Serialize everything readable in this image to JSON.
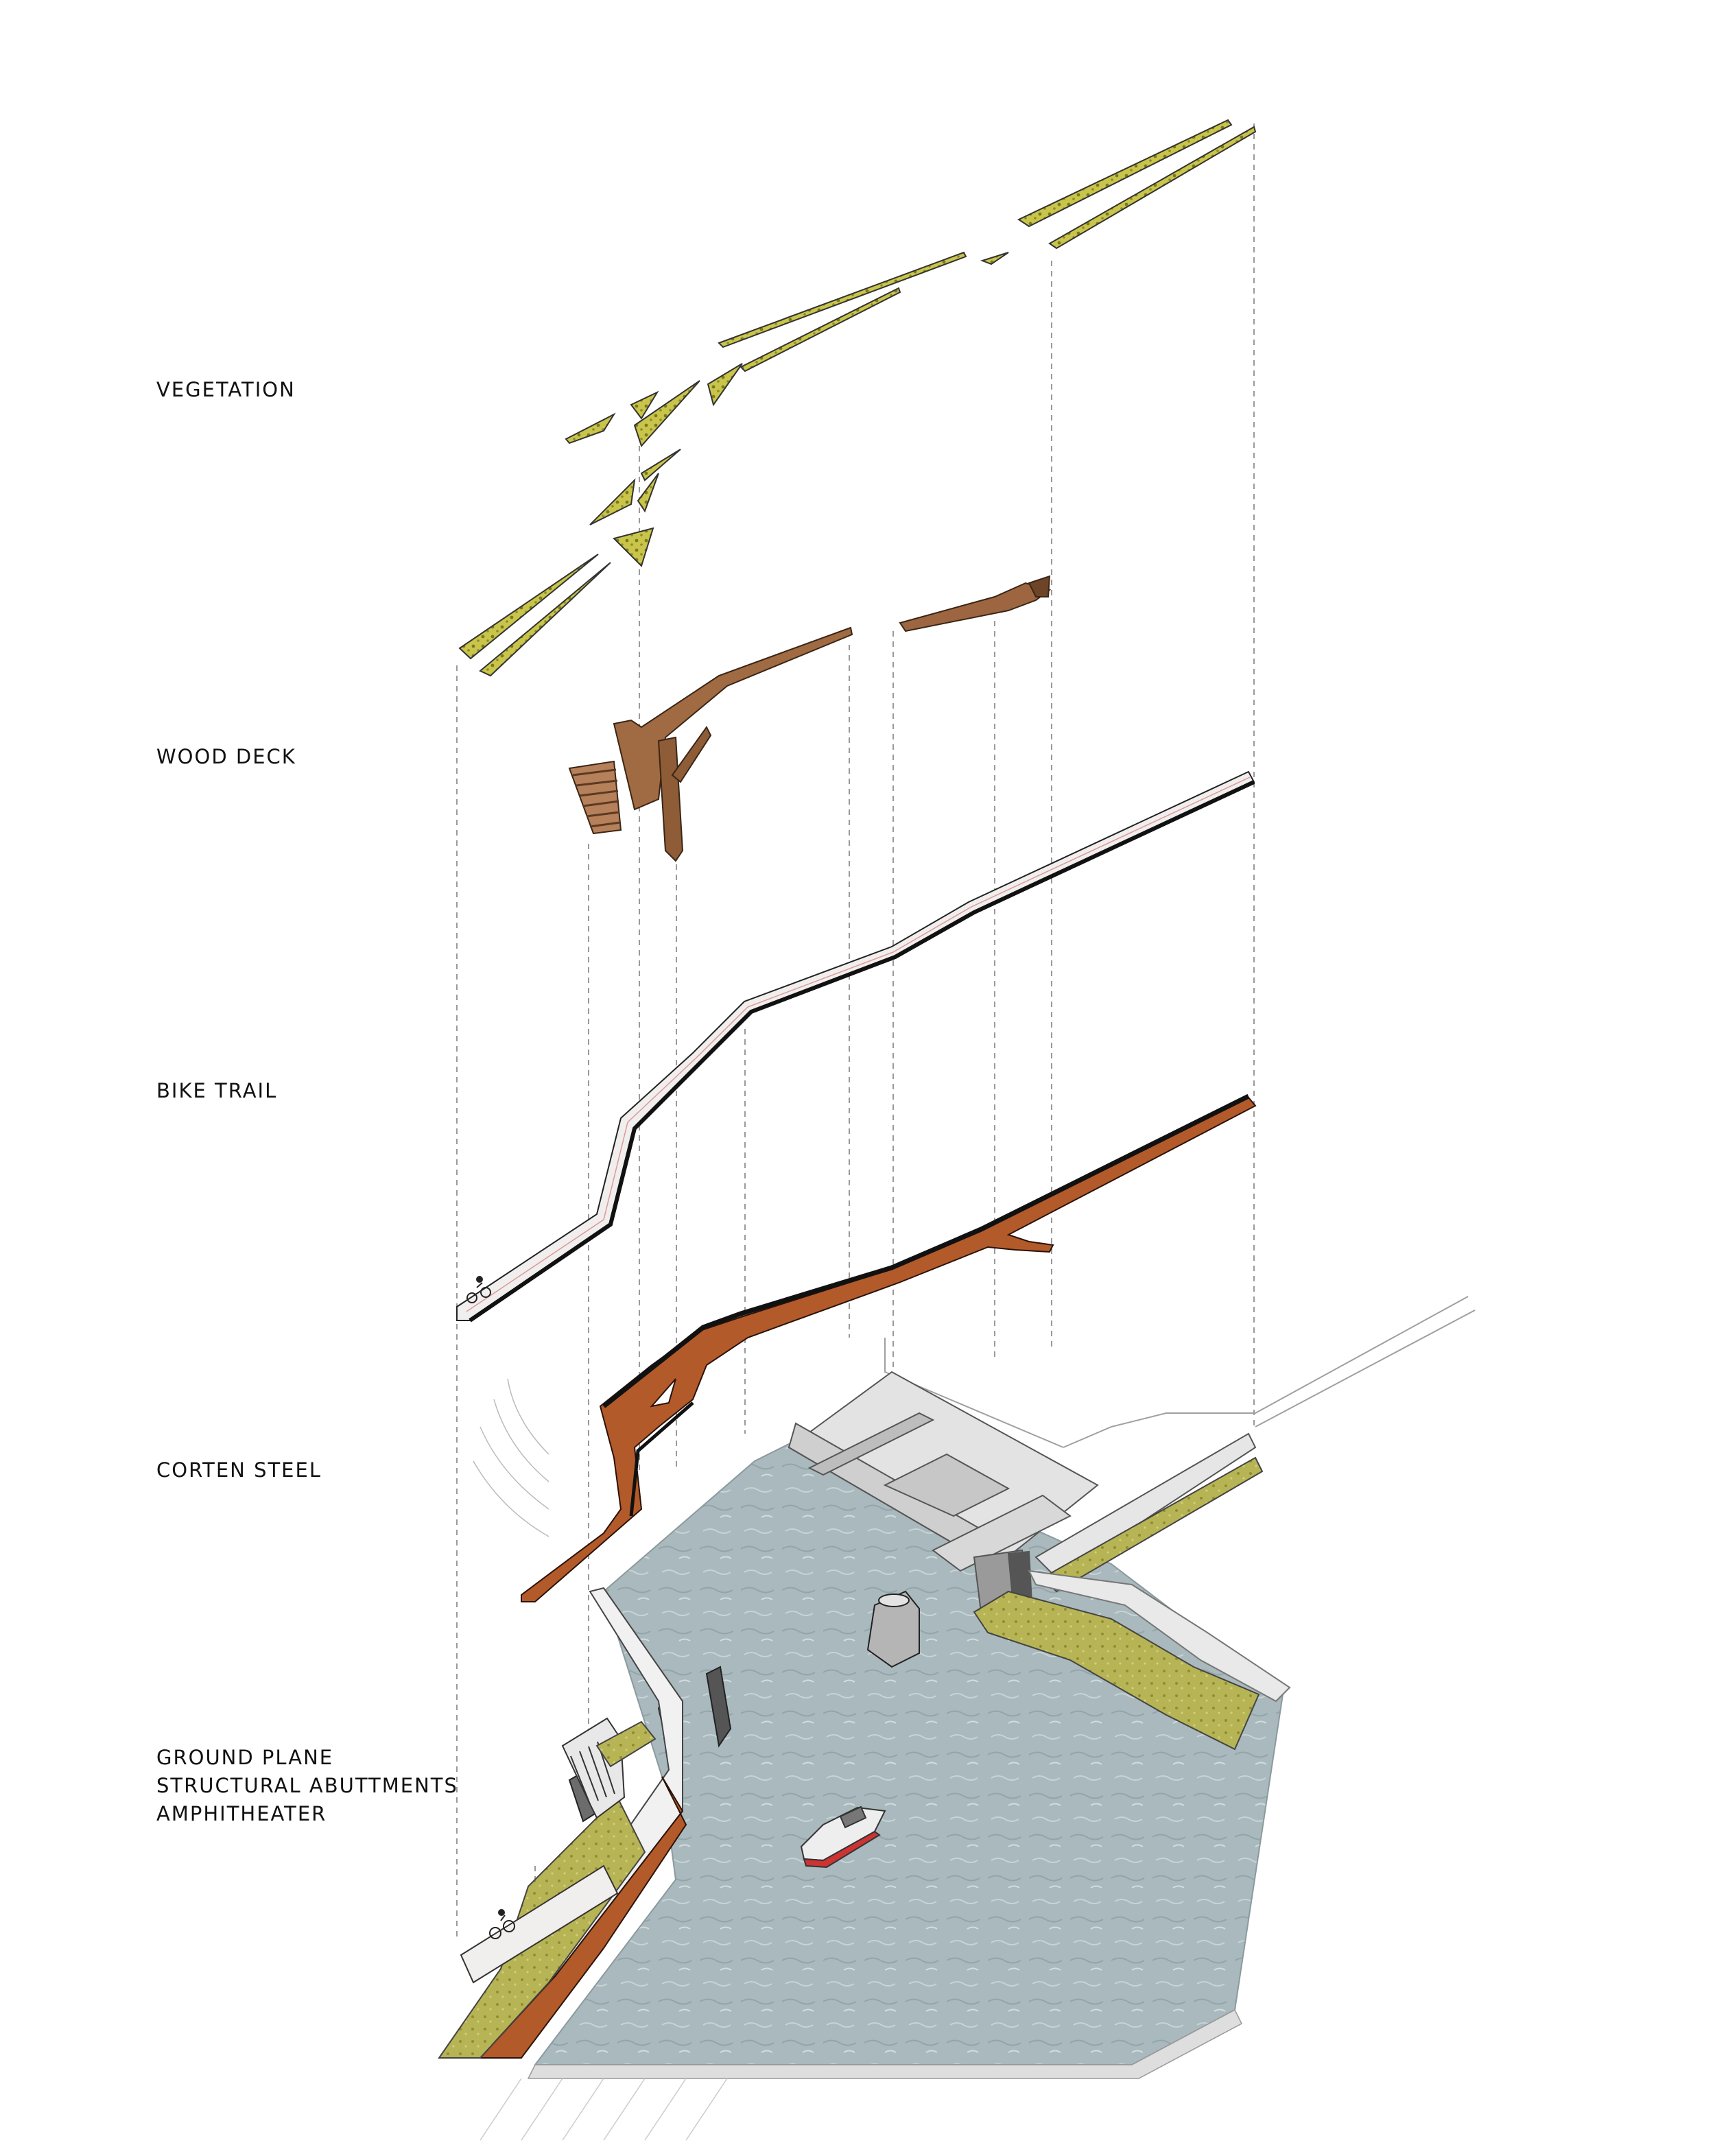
{
  "layers": {
    "vegetation": "VEGETATION",
    "wood_deck": "WOOD DECK",
    "bike_trail": "BIKE TRAIL",
    "corten_steel": "CORTEN STEEL",
    "ground_plane": [
      "GROUND PLANE",
      "STRUCTURAL ABUTTMENTS",
      "AMPHITHEATER"
    ]
  },
  "colors": {
    "vegetation": "#b5b23c",
    "wood": "#9a6640",
    "corten": "#b35a2a",
    "water": "#a9b9bd",
    "trail": "#f1eeee",
    "abutment": "#d4d4d4"
  }
}
